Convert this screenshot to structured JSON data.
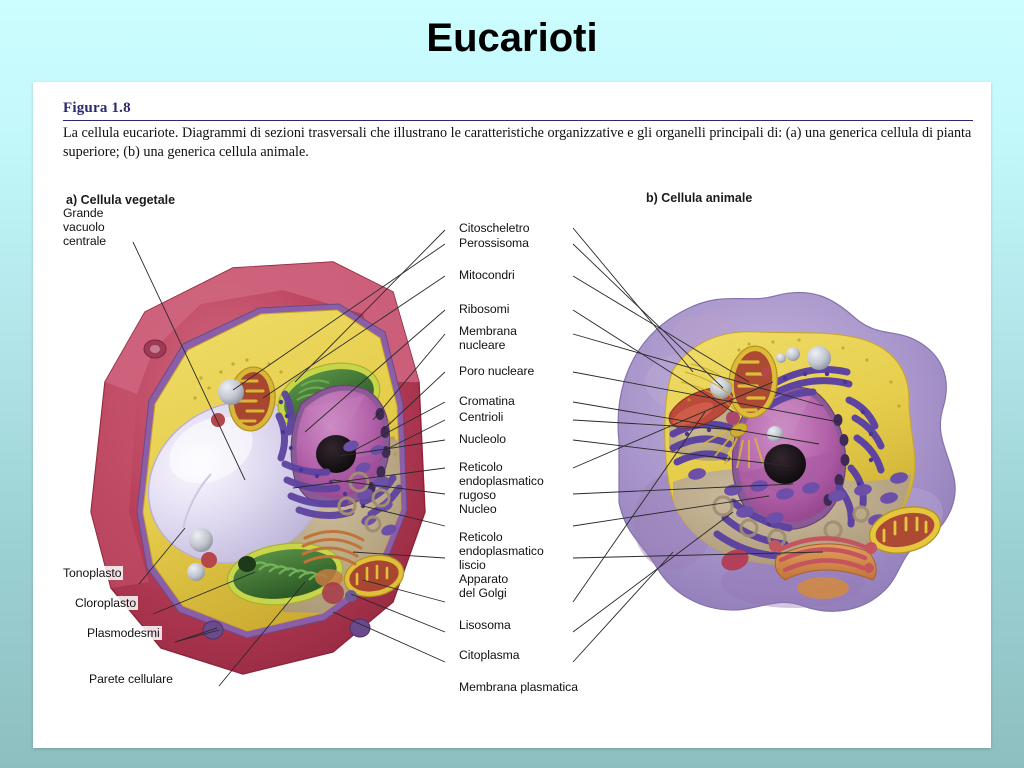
{
  "slide": {
    "title": "Eucarioti",
    "background_top": "#ccfdff",
    "background_bottom": "#8ebfc0",
    "panel_background": "#ffffff"
  },
  "figure": {
    "number": "Figura 1.8",
    "number_color": "#2b2870",
    "caption_bold_lead": "La cellula eucariote.",
    "caption_text": " Diagrammi di sezioni trasversali che illustrano le caratteristiche organizzative e gli organelli principali di: (a) una generica cellula di pianta superiore; (b) una generica cellula animale.",
    "caption_line1": "La cellula eucariote. Diagrammi di sezioni trasversali che illustrano le caratteristiche organizzative e gli organelli principali",
    "caption_line2": "di: (a) una generica cellula di pianta superiore; (b) una generica cellula animale."
  },
  "panels": {
    "plant_heading": "a) Cellula vegetale",
    "animal_heading": "b) Cellula animale"
  },
  "labels": {
    "left": [
      {
        "id": "grande-vacuolo-centrale",
        "text": "Grande\nvacuolo\ncentrale"
      },
      {
        "id": "tonoplasto",
        "text": "Tonoplasto"
      },
      {
        "id": "cloroplasto",
        "text": "Cloroplasto"
      },
      {
        "id": "plasmodesmi",
        "text": "Plasmodesmi"
      },
      {
        "id": "parete-cellulare",
        "text": "Parete cellulare"
      }
    ],
    "center": [
      {
        "id": "citoscheletro",
        "text": "Citoscheletro"
      },
      {
        "id": "perossisoma",
        "text": "Perossisoma"
      },
      {
        "id": "mitocondri",
        "text": "Mitocondri"
      },
      {
        "id": "ribosomi",
        "text": "Ribosomi"
      },
      {
        "id": "membrana-nucleare",
        "text": "Membrana\nnucleare"
      },
      {
        "id": "poro-nucleare",
        "text": "Poro nucleare"
      },
      {
        "id": "cromatina",
        "text": "Cromatina"
      },
      {
        "id": "centrioli",
        "text": "Centrioli"
      },
      {
        "id": "nucleolo",
        "text": "Nucleolo"
      },
      {
        "id": "reticolo-endoplasmatico-rugoso",
        "text": "Reticolo\nendoplasmatico\nrugoso"
      },
      {
        "id": "nucleo",
        "text": "Nucleo"
      },
      {
        "id": "reticolo-endoplasmatico-liscio",
        "text": "Reticolo\nendoplasmatico\nliscio"
      },
      {
        "id": "apparato-del-golgi",
        "text": "Apparato\ndel Golgi"
      },
      {
        "id": "lisosoma",
        "text": "Lisosoma"
      },
      {
        "id": "citoplasma",
        "text": "Citoplasma"
      },
      {
        "id": "membrana-plasmatica",
        "text": "Membrana plasmatica"
      }
    ]
  },
  "colors": {
    "cell_wall": "#b23a55",
    "cell_wall_dark": "#9d2f48",
    "cell_wall_light": "#d1677f",
    "cytoplasm_yellow": "#ead558",
    "cytoplasm_yellow_deep": "#d8b93a",
    "vacuole": "#d8d2ec",
    "chloroplast_green": "#3f7a33",
    "chloroplast_outline": "#c8d44a",
    "nucleus_purple": "#b160a8",
    "nucleus_dark": "#8e3f86",
    "nucleolus": "#141014",
    "er_purple": "#6b4fa8",
    "golgi_orange": "#d98a45",
    "mito_red": "#b44a3a",
    "animal_membrane": "#9f8cc4",
    "animal_membrane_light": "#bdaedb",
    "cytosol_tan": "#b9a88e",
    "vesicle_grey": "#b9bcc4",
    "leader_line": "#2a2a2a"
  }
}
